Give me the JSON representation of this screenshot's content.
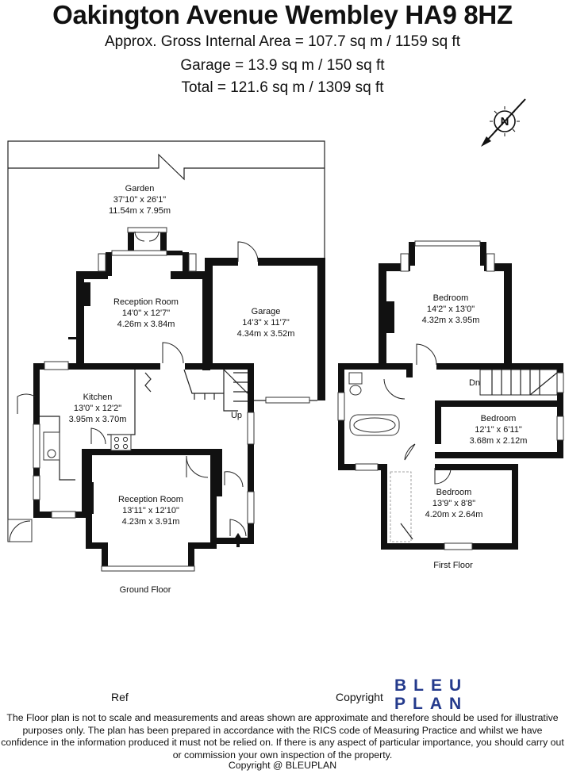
{
  "header": {
    "title": "Oakington Avenue Wembley HA9 8HZ",
    "gross_area": "Approx. Gross Internal Area = 107.7 sq m / 1159 sq ft",
    "garage_area": "Garage = 13.9 sq m / 150 sq ft",
    "total_area": "Total = 121.6 sq m / 1309 sq ft"
  },
  "compass": {
    "label": "N"
  },
  "ground_floor": {
    "label": "Ground Floor",
    "garden": {
      "name": "Garden",
      "imperial": "37'10\" x 26'1\"",
      "metric": "11.54m x 7.95m"
    },
    "reception_rear": {
      "name": "Reception Room",
      "imperial": "14'0\" x 12'7\"",
      "metric": "4.26m x 3.84m"
    },
    "garage": {
      "name": "Garage",
      "imperial": "14'3\" x 11'7\"",
      "metric": "4.34m x 3.52m"
    },
    "kitchen": {
      "name": "Kitchen",
      "imperial": "13'0\" x 12'2\"",
      "metric": "3.95m x 3.70m"
    },
    "reception_front": {
      "name": "Reception Room",
      "imperial": "13'11\" x 12'10\"",
      "metric": "4.23m x 3.91m"
    },
    "stairs_label": "Up"
  },
  "first_floor": {
    "label": "First Floor",
    "bedroom_rear": {
      "name": "Bedroom",
      "imperial": "14'2\" x 13'0\"",
      "metric": "4.32m x 3.95m"
    },
    "bedroom_mid": {
      "name": "Bedroom",
      "imperial": "12'1\" x 6'11\"",
      "metric": "3.68m x 2.12m"
    },
    "bedroom_front": {
      "name": "Bedroom",
      "imperial": "13'9\" x 8'8\"",
      "metric": "4.20m x 2.64m"
    },
    "stairs_label": "Dn"
  },
  "footer": {
    "ref_label": "Ref",
    "copyright_label": "Copyright",
    "logo_line1": "BLEU",
    "logo_line2": "PLAN",
    "disclaimer": "The Floor plan is not to scale and measurements and areas shown are approximate and therefore should be used for illustrative purposes only. The plan has been prepared in accordance with the RICS code of Measuring Practice and whilst we have confidence in the information produced it must not be relied on. If there is any aspect of particular importance, you should carry out or commission your own inspection of the property.",
    "copyright_line": "Copyright @ BLEUPLAN"
  }
}
